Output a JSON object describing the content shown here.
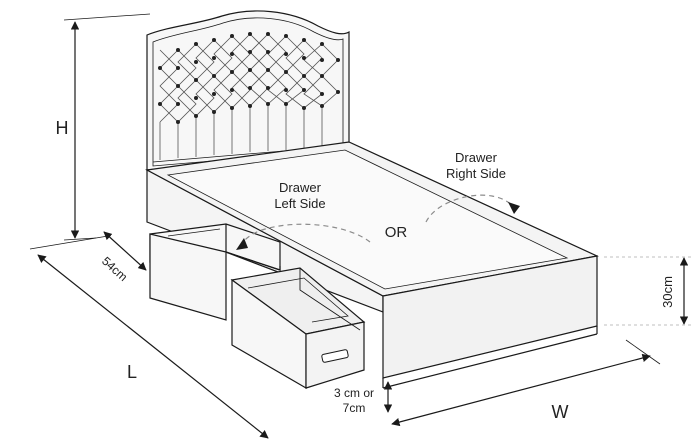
{
  "labels": {
    "height": "H",
    "length": "L",
    "width": "W",
    "drawer_depth": "54cm",
    "base_height": "30cm",
    "clearance_line1": "3 cm or",
    "clearance_line2": "7cm",
    "drawer_left_line1": "Drawer",
    "drawer_left_line2": "Left Side",
    "drawer_right_line1": "Drawer",
    "drawer_right_line2": "Right Side",
    "or": "OR"
  },
  "colors": {
    "line": "#1a1a1a",
    "platform": "#f2f2f2",
    "headboard": "#f7f7f7",
    "button": "#222222",
    "dashed": "#9a9a9a"
  }
}
